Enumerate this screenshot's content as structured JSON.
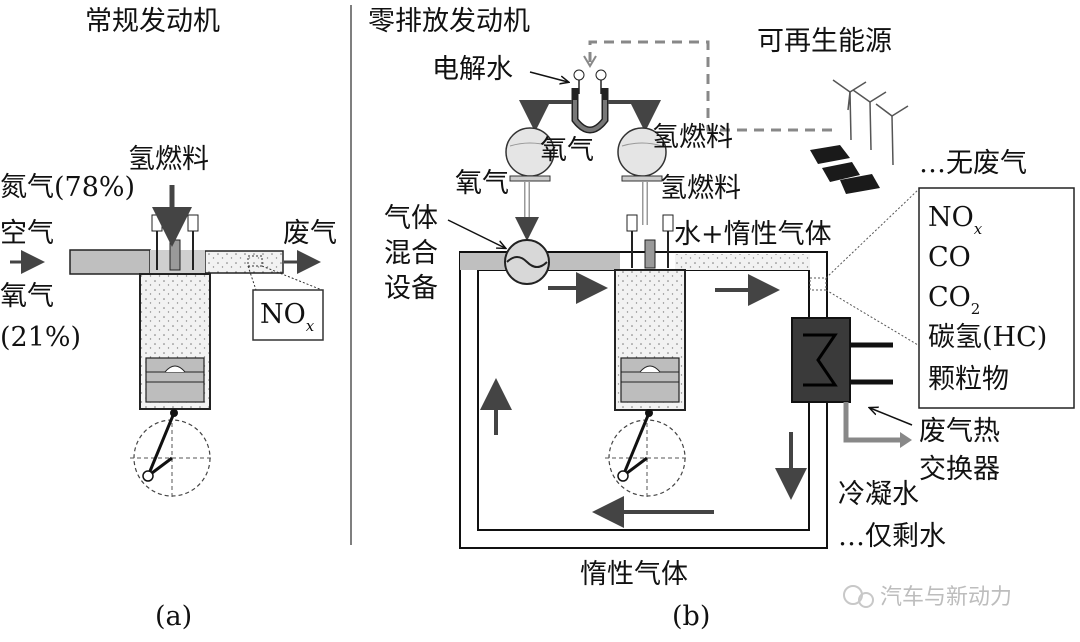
{
  "panel_a": {
    "title": "常规发动机",
    "fuel_label": "氢燃料",
    "nitrogen_label": "氮气(78%)",
    "air_label": "空气",
    "oxygen_label": "氧气",
    "oxygen_pct": "(21%)",
    "exhaust_label": "废气",
    "nox_label": "NO",
    "nox_sub": "x",
    "caption": "(a)"
  },
  "panel_b": {
    "title": "零排放发动机",
    "electrolysis_label": "电解水",
    "renewable_label": "可再生能源",
    "oxygen_tank_label": "氧气",
    "hydrogen_tank_label": "氢燃料",
    "oxygen_feed_label": "氧气",
    "hydrogen_feed_label": "氢燃料",
    "mixer_label_1": "气体",
    "mixer_label_2": "混合",
    "mixer_label_3": "设备",
    "water_inert_label": "水+惰性气体",
    "no_exhaust_label": "…无废气",
    "emissions": [
      "NO",
      "CO",
      "CO",
      "碳氢(HC)",
      "颗粒物"
    ],
    "emission_nox_sub": "x",
    "emission_co2_sub": "2",
    "heat_exchanger_label_1": "废气热",
    "heat_exchanger_label_2": "交换器",
    "condensate_label": "冷凝水",
    "only_water_label": "…仅剩水",
    "inert_gas_label": "惰性气体",
    "caption": "(b)"
  },
  "watermark": "汽车与新动力"
}
